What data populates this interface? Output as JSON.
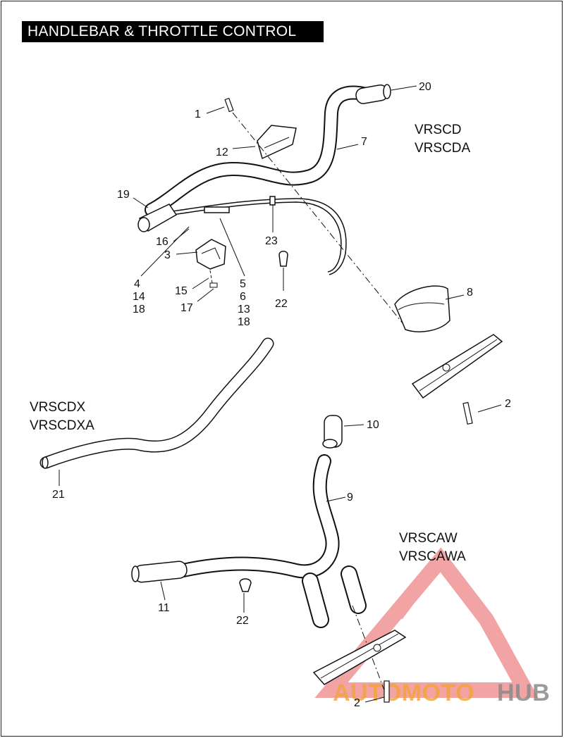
{
  "title": "HANDLEBAR & THROTTLE CONTROL",
  "models": {
    "group_a": [
      "VRSCD",
      "VRSCDA"
    ],
    "group_b": [
      "VRSCDX",
      "VRSCDXA"
    ],
    "group_c": [
      "VRSCAW",
      "VRSCAWA"
    ]
  },
  "callouts": {
    "c1": "1",
    "c2a": "2",
    "c2b": "2",
    "c3": "3",
    "c4": "4",
    "c5": "5",
    "c6": "6",
    "c7": "7",
    "c8": "8",
    "c9": "9",
    "c10": "10",
    "c11": "11",
    "c12": "12",
    "c13": "13",
    "c14": "14",
    "c15": "15",
    "c16": "16",
    "c17": "17",
    "c18a": "18",
    "c18b": "18",
    "c19": "19",
    "c20": "20",
    "c21": "21",
    "c22a": "22",
    "c22b": "22",
    "c23": "23"
  },
  "watermark": {
    "part1": "AUTOMOTO",
    "part2": "HUB"
  },
  "colors": {
    "watermark_red": "#e8595a",
    "watermark_orange": "#f2a33a",
    "watermark_gray": "#8a8a8a",
    "ink": "#111111"
  }
}
